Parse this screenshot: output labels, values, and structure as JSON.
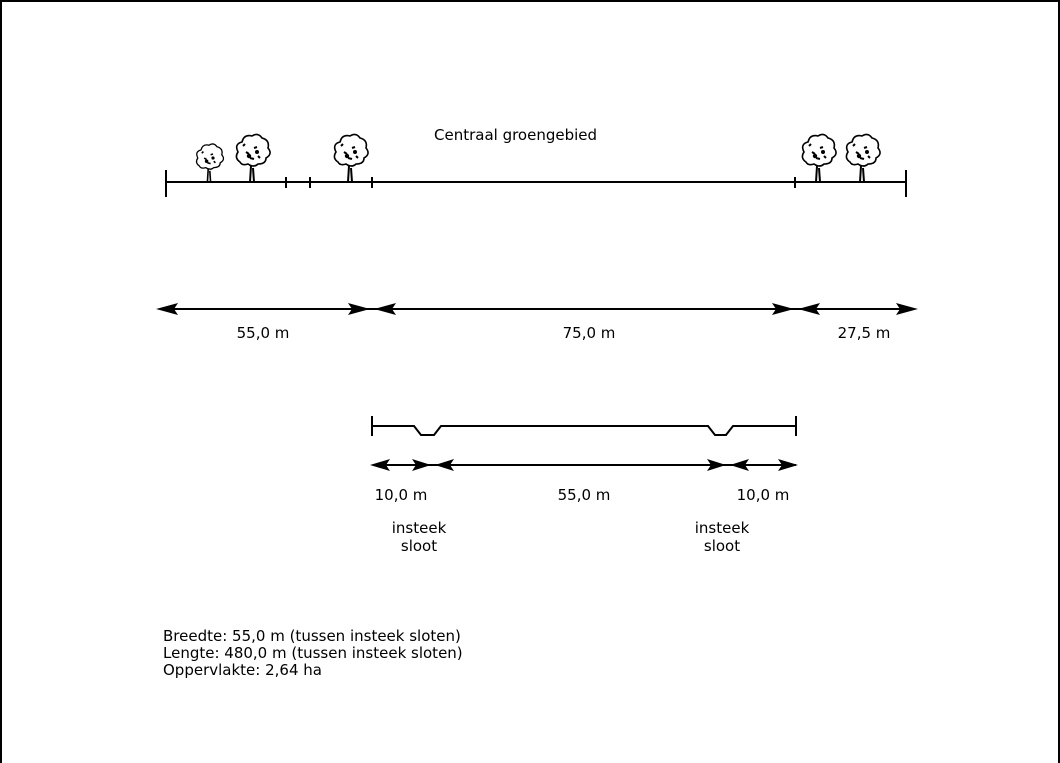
{
  "diagram": {
    "title": "Centraal groengebied",
    "top_dimensions": [
      "55,0 m",
      "75,0 m",
      "27,5 m"
    ],
    "bottom_dimensions": [
      "10,0 m",
      "55,0 m",
      "10,0 m"
    ],
    "ditch_labels": [
      {
        "line1": "insteek",
        "line2": "sloot"
      },
      {
        "line1": "insteek",
        "line2": "sloot"
      }
    ],
    "notes": [
      "Breedte: 55,0 m (tussen insteek sloten)",
      "Lengte: 480,0 m (tussen insteek sloten)",
      "Oppervlakte: 2,64 ha"
    ]
  }
}
